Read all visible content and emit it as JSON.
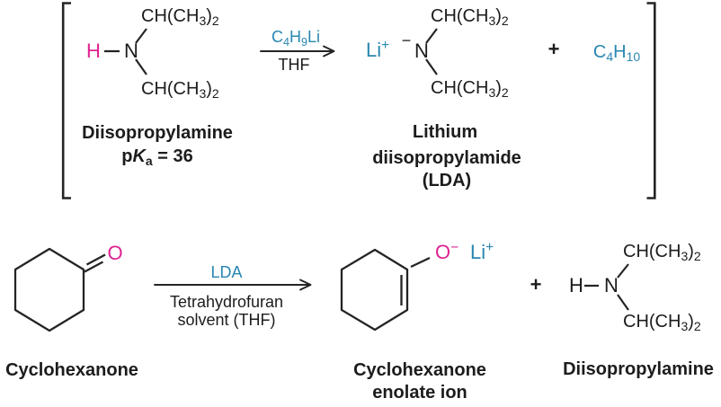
{
  "colors": {
    "teal": "#2987b0",
    "magenta": "#dd2391",
    "line": "#242424"
  },
  "top_reaction": {
    "amine": {
      "h": "H",
      "n": "N",
      "group_top": "CH(CH_3)_2",
      "group_bottom": "CH(CH_3)_2"
    },
    "amine_name": "Diisopropylamine",
    "pka": {
      "p": "p",
      "k": "K",
      "sub": "a",
      "rest": " = 36"
    },
    "arrow_above": "C_4H_9Li",
    "arrow_below": "THF",
    "lda": {
      "li": "Li^+",
      "charge": "−",
      "n": "N",
      "group_top": "CH(CH_3)_2",
      "group_bottom": "CH(CH_3)_2"
    },
    "lda_name_line1": "Lithium",
    "lda_name_line2": "diisopropylamide",
    "lda_name_line3": "(LDA)",
    "plus": "+",
    "byproduct": "C_4H_{10}"
  },
  "bottom_reaction": {
    "ketone_o": "O",
    "ketone_name": "Cyclohexanone",
    "arrow_above": "LDA",
    "arrow_below_line1": "Tetrahydrofuran",
    "arrow_below_line2": "solvent (THF)",
    "enolate_o": "O^−",
    "enolate_li": "Li^+",
    "enolate_name_line1": "Cyclohexanone",
    "enolate_name_line2": "enolate ion",
    "plus": "+",
    "amine": {
      "h": "H",
      "n": "N",
      "group_top": "CH(CH_3)_2",
      "group_bottom": "CH(CH_3)_2"
    },
    "amine_name": "Diisopropylamine"
  }
}
